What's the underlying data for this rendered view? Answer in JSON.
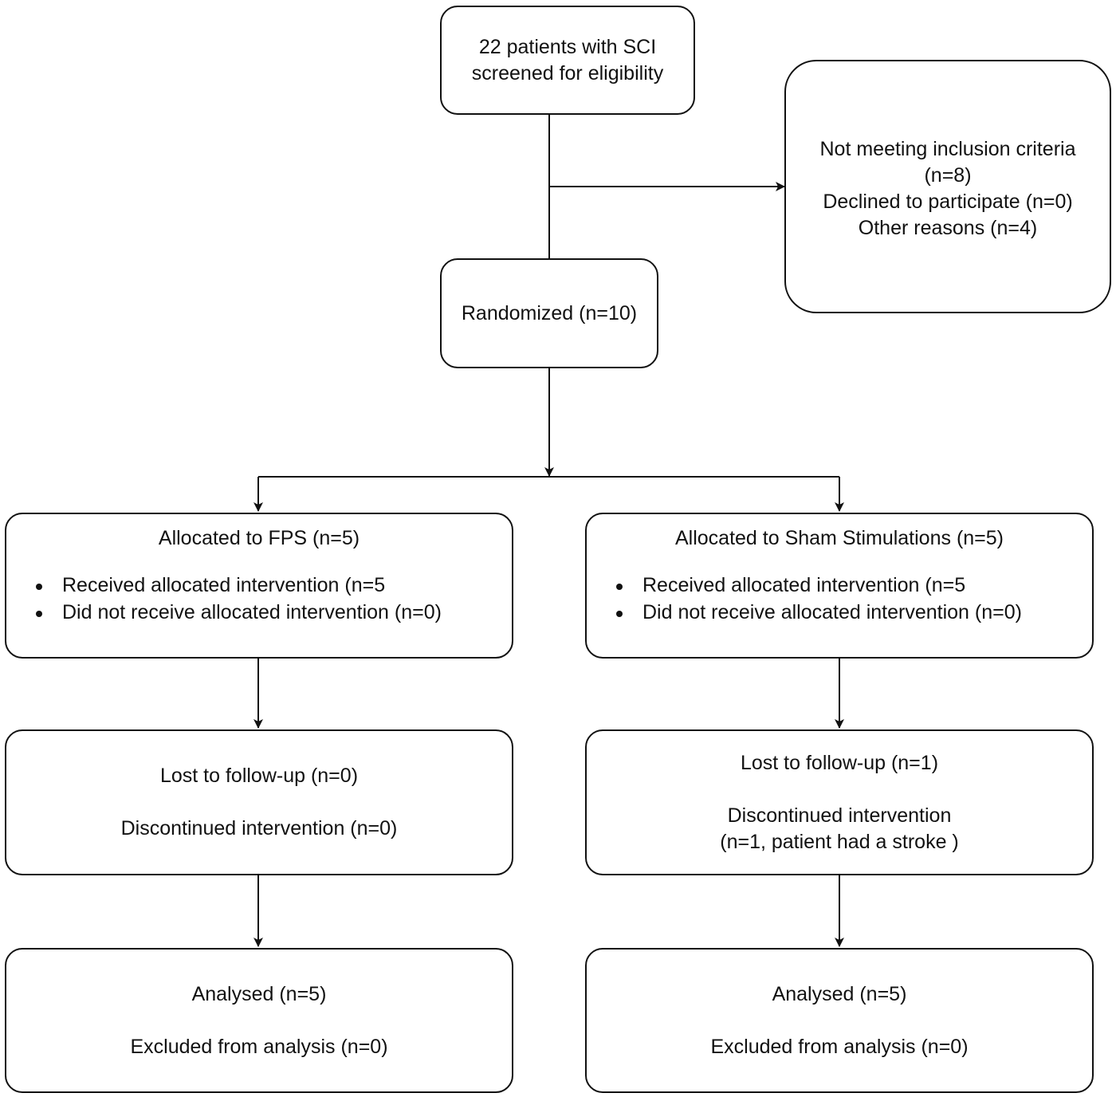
{
  "screening": {
    "line1": "22 patients with SCI",
    "line2": "screened for eligibility"
  },
  "excluded": {
    "line1": "Not meeting inclusion criteria",
    "line2": "(n=8)",
    "line3": "Declined to participate (n=0)",
    "line4": "Other reasons (n=4)"
  },
  "randomized": {
    "label": "Randomized (n=10)"
  },
  "left_arm": {
    "allocation": {
      "title": "Allocated to FPS (n=5)",
      "bullets": [
        "Received allocated intervention (n=5",
        "Did not receive allocated intervention (n=0)"
      ]
    },
    "followup": {
      "line1": "Lost to follow-up (n=0)",
      "line2": "Discontinued intervention (n=0)"
    },
    "analysis": {
      "line1": "Analysed (n=5)",
      "line2": "Excluded from analysis (n=0)"
    }
  },
  "right_arm": {
    "allocation": {
      "title": "Allocated to Sham Stimulations (n=5)",
      "bullets": [
        "Received allocated intervention (n=5",
        "Did not receive allocated intervention (n=0)"
      ]
    },
    "followup": {
      "line1": "Lost to follow-up (n=1)",
      "line2": "Discontinued intervention",
      "line3": "(n=1, patient had a stroke )"
    },
    "analysis": {
      "line1": "Analysed (n=5)",
      "line2": "Excluded from analysis (n=0)"
    }
  },
  "colors": {
    "stroke": "#111111",
    "background": "#ffffff"
  }
}
